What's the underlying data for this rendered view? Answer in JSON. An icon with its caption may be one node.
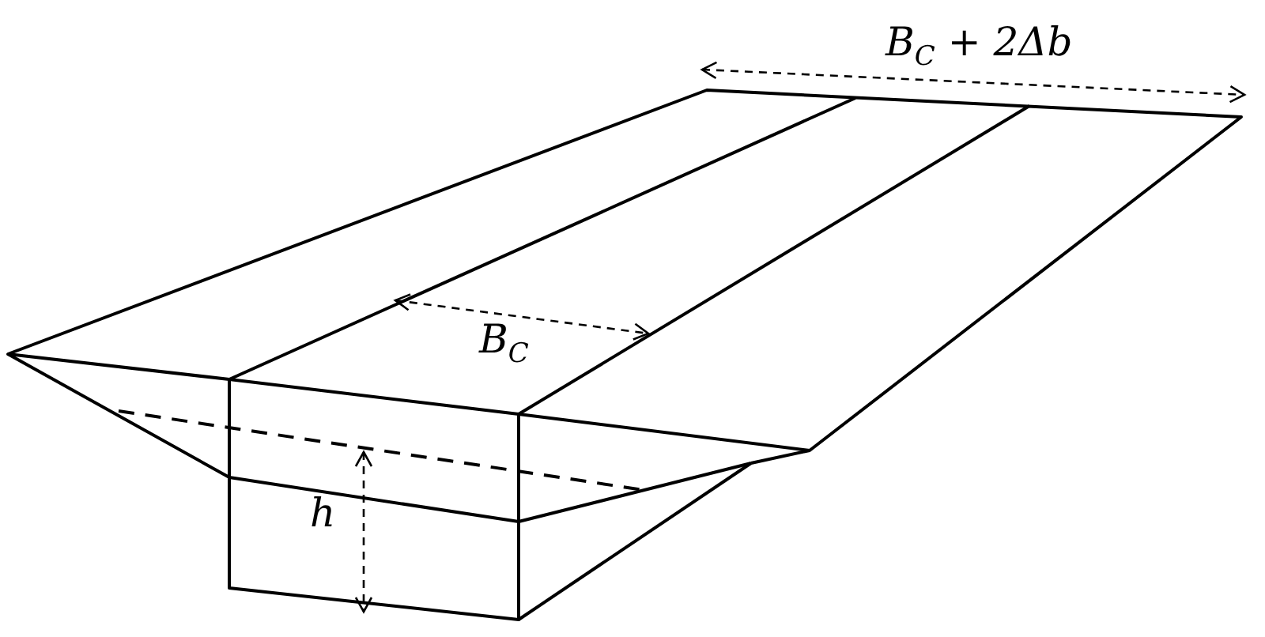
{
  "diagram": {
    "labels": [
      "B$_{C}$ + 2Δb",
      "B$_{C}$",
      "h"
    ]
  }
}
